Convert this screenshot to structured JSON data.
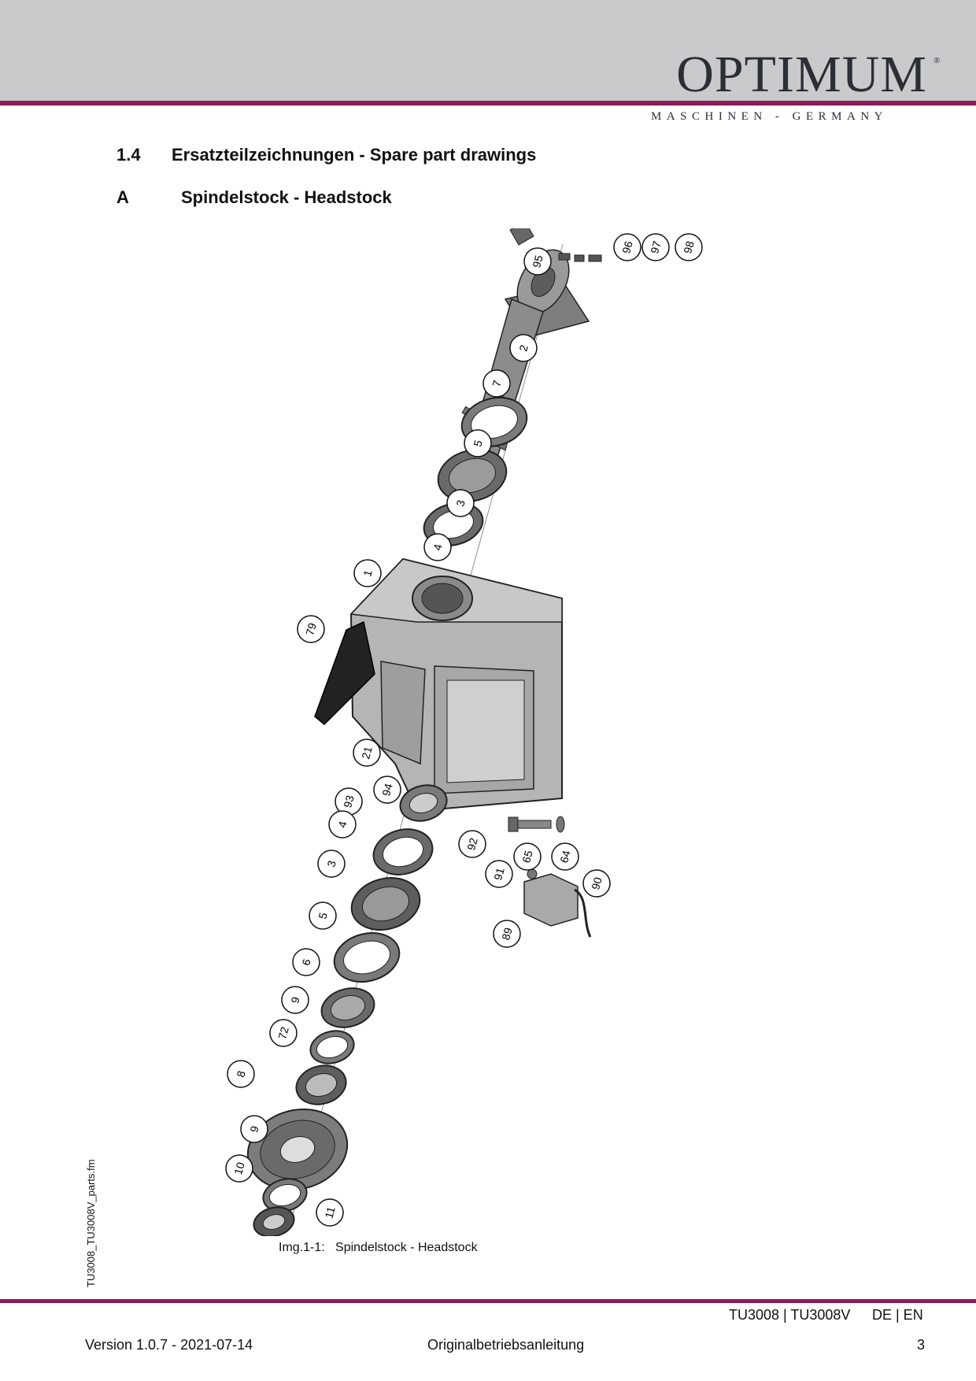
{
  "header": {
    "brand": "OPTIMUM",
    "registered_mark": "®",
    "tagline": "MASCHINEN - GERMANY"
  },
  "section": {
    "number": "1.4",
    "title": "Ersatzteilzeichnungen - Spare part drawings",
    "sub_letter": "A",
    "sub_title": "Spindelstock - Headstock"
  },
  "figure": {
    "caption_label": "Img.1-1:",
    "caption_text": "Spindelstock - Headstock",
    "part_callouts": [
      "95",
      "96",
      "97",
      "98",
      "2",
      "7",
      "5",
      "3",
      "4",
      "1",
      "79",
      "21",
      "94",
      "93",
      "4",
      "92",
      "65",
      "64",
      "3",
      "91",
      "90",
      "5",
      "89",
      "6",
      "9",
      "72",
      "8",
      "9",
      "10",
      "11"
    ]
  },
  "side_label": "TU3008_TU3008V_parts.fm",
  "footer": {
    "models": "TU3008 | TU3008V",
    "languages": "DE | EN",
    "version": "Version 1.0.7 - 2021-07-14",
    "doc_type": "Originalbetriebsanleitung",
    "page_number": "3"
  },
  "colors": {
    "accent": "#8b1c57",
    "header_band": "#c9cacc",
    "logo": "#2a2e35"
  }
}
